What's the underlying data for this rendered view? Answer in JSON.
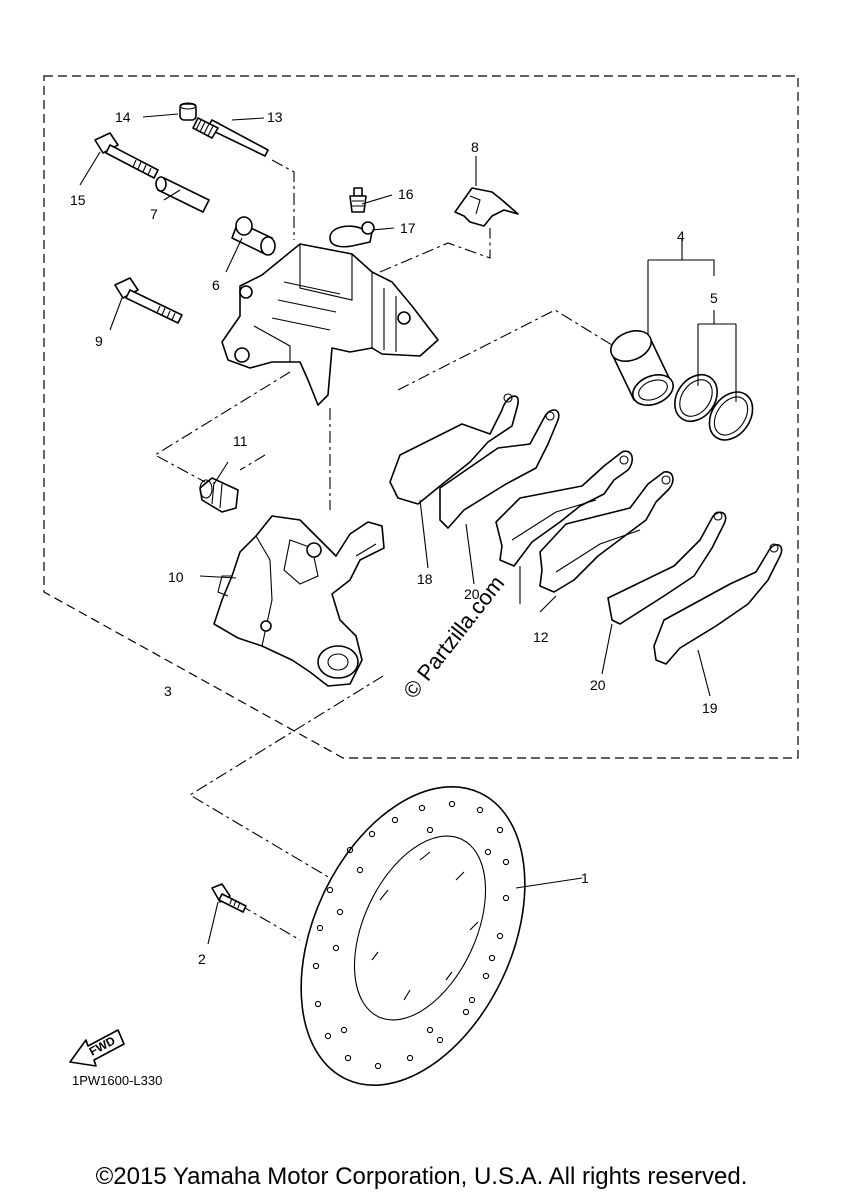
{
  "diagram": {
    "callouts": {
      "c1": "1",
      "c2": "2",
      "c3": "3",
      "c4": "4",
      "c5": "5",
      "c6": "6",
      "c7": "7",
      "c8": "8",
      "c9": "9",
      "c10": "10",
      "c11": "11",
      "c12": "12",
      "c13": "13",
      "c14": "14",
      "c15": "15",
      "c16": "16",
      "c17": "17",
      "c18": "18",
      "c19": "19",
      "c20a": "20",
      "c20b": "20"
    },
    "fwd_label": "FWD",
    "diagram_code": "1PW1600-L330",
    "watermark": "© Partzilla.com"
  },
  "footer": {
    "copyright": "©2015 Yamaha Motor Corporation, U.S.A. All rights reserved."
  }
}
